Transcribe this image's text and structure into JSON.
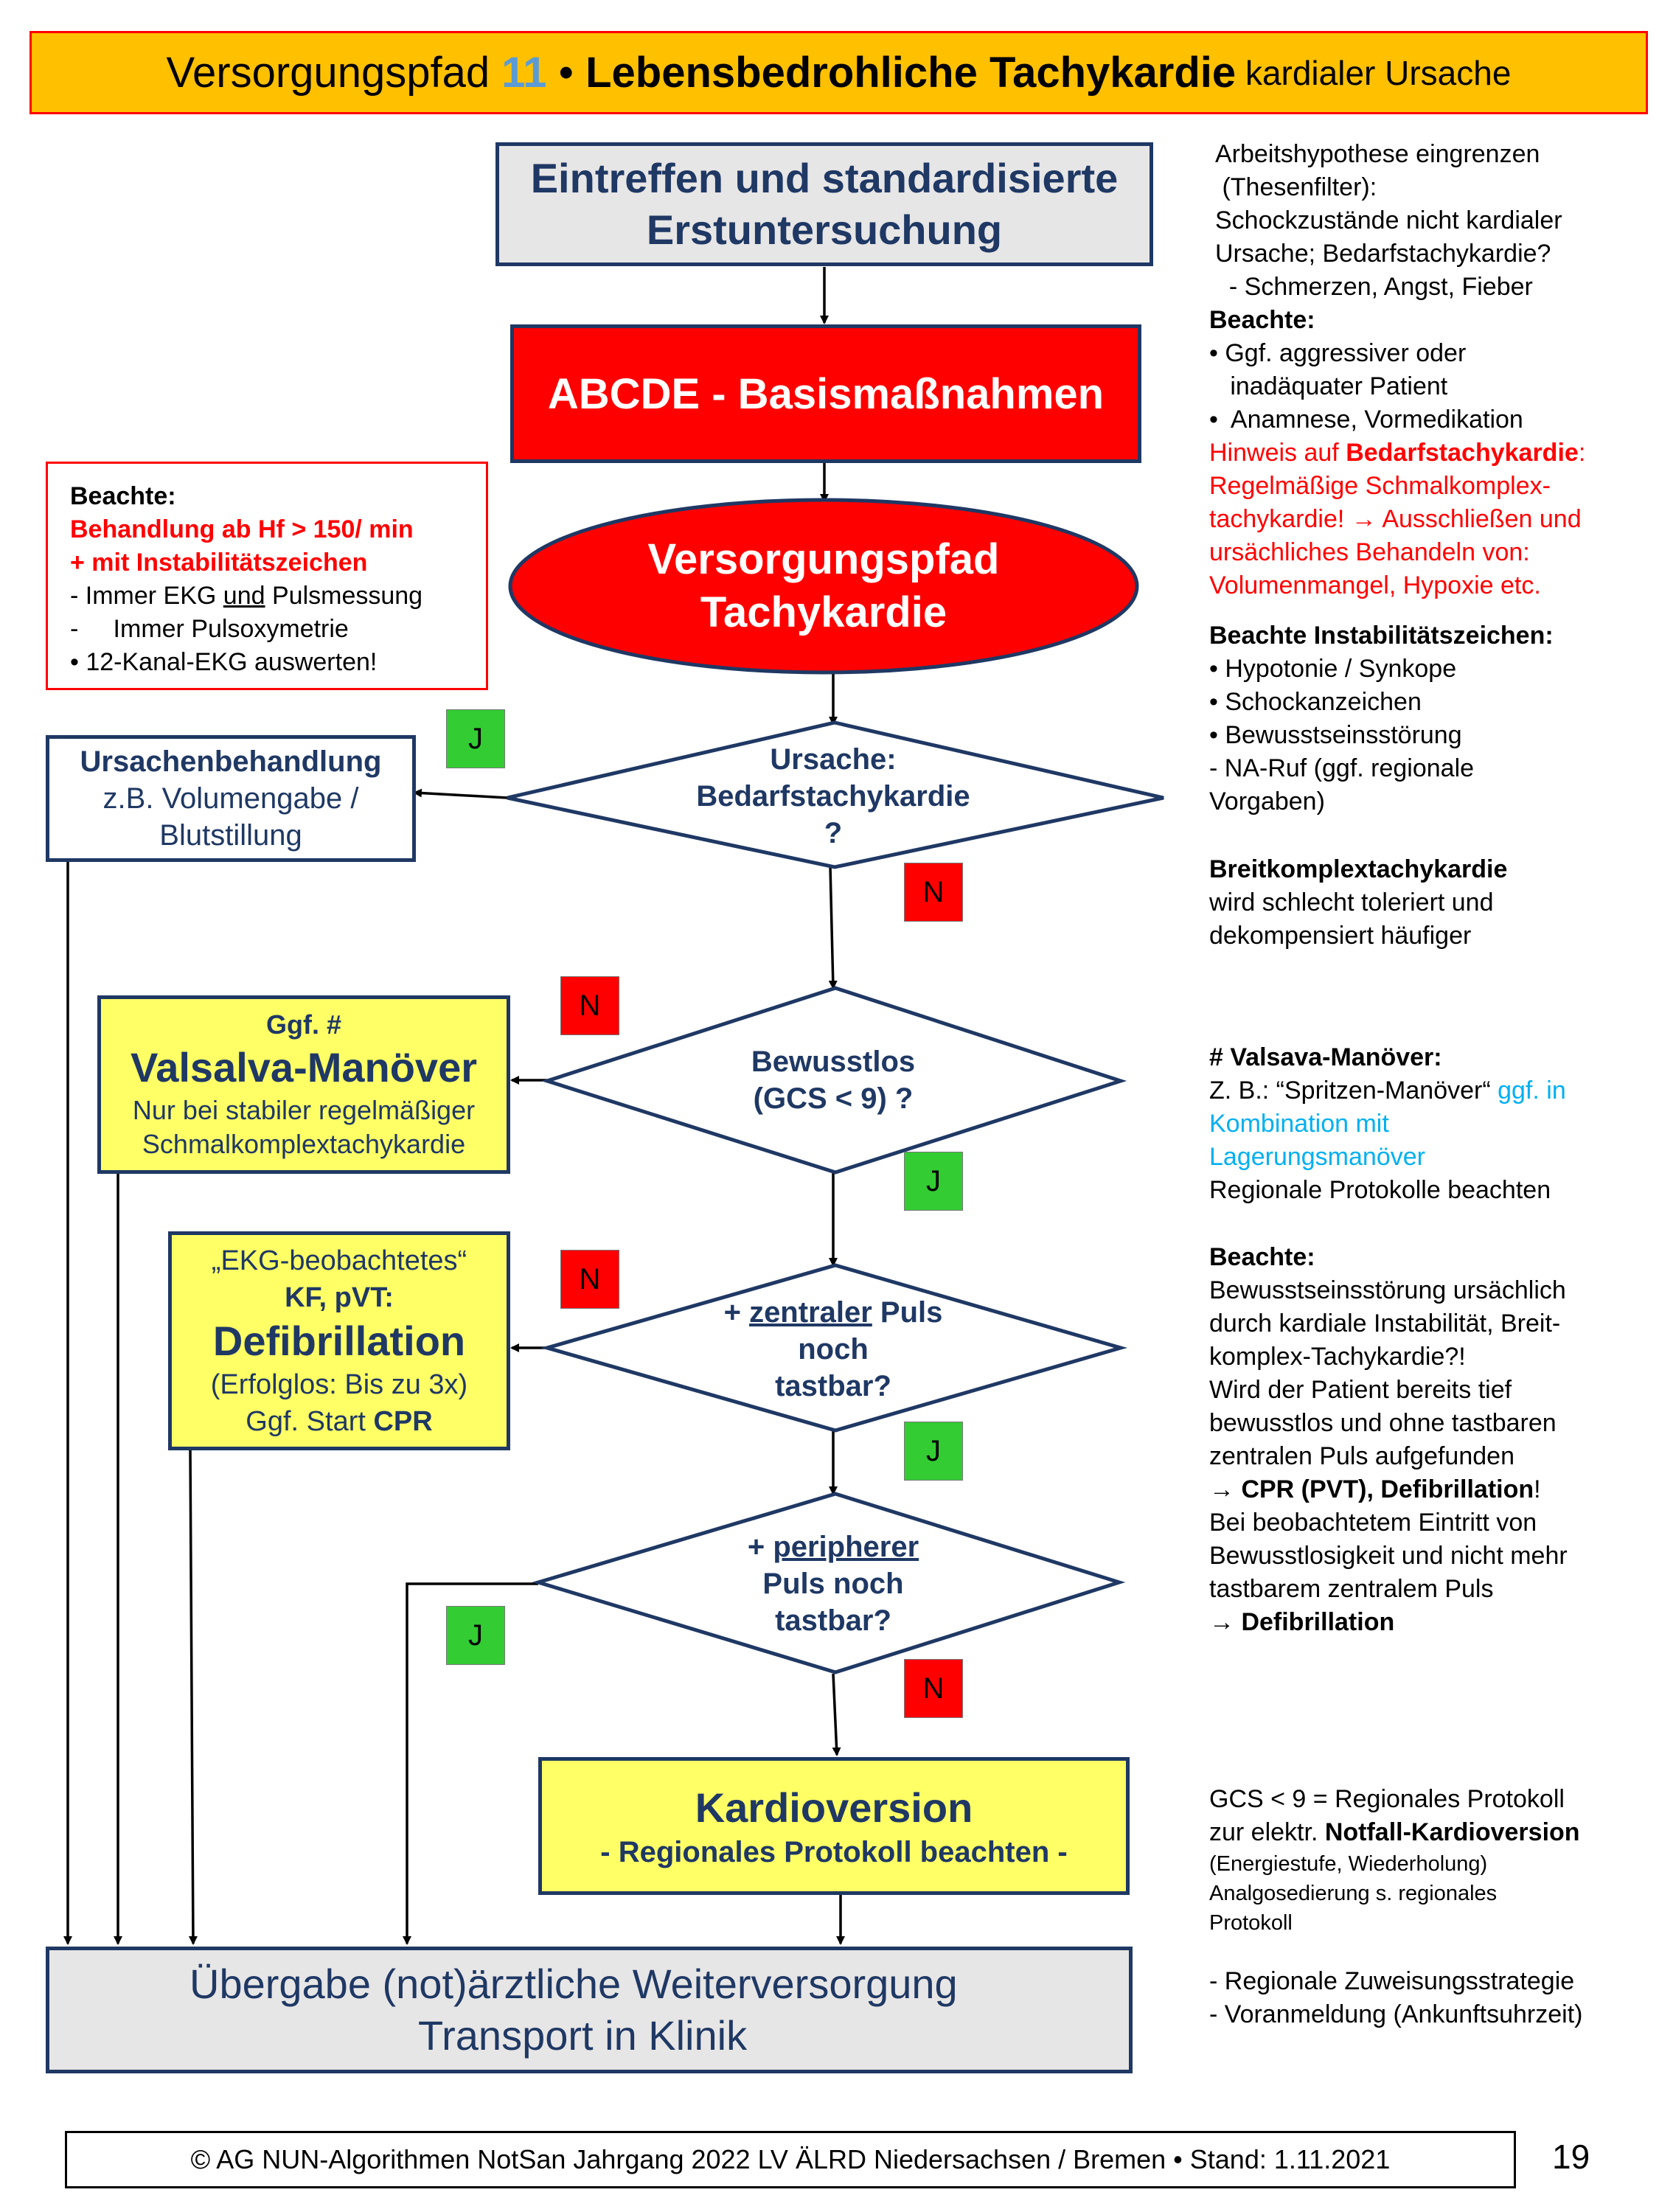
{
  "title": {
    "prefix": "Versorgungspfad ",
    "number": "11",
    "bullet": " • ",
    "main": "Lebensbedrohliche Tachykardie",
    "suffix": " kardialer Ursache"
  },
  "colors": {
    "title_bg": "#ffc000",
    "title_border": "#ff0000",
    "navy": "#1f3864",
    "red_box": "#ff0000",
    "yellow_box": "#ffff66",
    "grey_box": "#e7e6e6",
    "green_badge": "#33cc33",
    "red_badge": "#ff0000",
    "number_blue": "#5b9bd5",
    "link_cyan": "#00b0f0"
  },
  "boxes": {
    "eintreffen": {
      "line1": "Eintreffen und standardisierte",
      "line2": "Erstuntersuchung"
    },
    "abcde": "ABCDE - Basismaßnahmen",
    "pfad": {
      "line1": "Versorgungspfad",
      "line2": "Tachykardie"
    },
    "ursachenbehandlung": {
      "line1": "Ursachenbehandlung",
      "line2": "z.B. Volumengabe /",
      "line3": "Blutstillung"
    },
    "valsalva": {
      "line1": "Ggf. #",
      "line2": "Valsalva-Manöver",
      "line3": "Nur bei stabiler regelmäßiger",
      "line4": "Schmalkomplextachykardie"
    },
    "defi": {
      "line1": "„EKG-beobachtetes“",
      "line2": "KF, pVT:",
      "line3": "Defibrillation",
      "line4": "(Erfolglos: Bis zu 3x)",
      "line5a": "Ggf. Start ",
      "line5b": "CPR"
    },
    "kardioversion": {
      "line1": "Kardioversion",
      "line2": "- Regionales Protokoll beachten -"
    },
    "uebergabe": {
      "line1": "Übergabe (not)ärztliche Weiterversorgung",
      "line2": "Transport in Klinik"
    }
  },
  "decisions": {
    "d1": {
      "line1": "Ursache:",
      "line2": "Bedarfstachykardie",
      "line3": "?"
    },
    "d2": {
      "line1": "Bewusstlos",
      "line2": "(GCS < 9) ?"
    },
    "d3": {
      "line1a": "+ ",
      "line1b": "zentraler",
      "line1c": " Puls",
      "line2": "noch",
      "line3": "tastbar?"
    },
    "d4": {
      "line1a": "+ ",
      "line1b": "peripherer",
      "line2": "Puls noch",
      "line3": "tastbar?"
    }
  },
  "badges": {
    "j": "J",
    "n": "N"
  },
  "note_left": {
    "heading": "Beachte:",
    "red1": "Behandlung ab Hf > 150/ min",
    "red2": "+ mit Instabilitätszeichen",
    "l3a": "- Immer EKG ",
    "l3b": "und",
    "l3c": " Pulsmessung",
    "l4": "-     Immer Pulsoxymetrie",
    "l5": "• 12-Kanal-EKG auswerten!"
  },
  "side": {
    "s1": "Arbeitshypothese eingrenzen",
    "s2": " (Thesenfilter):",
    "s3": "Schockzustände nicht kardialer",
    "s4": "Ursache; Bedarfstachykardie?",
    "s5": "  - Schmerzen, Angst, Fieber",
    "s6": "Beachte:",
    "s7": "• Ggf. aggressiver oder",
    "s8": "   inadäquater Patient",
    "s9": "•  Anamnese, Vormedikation",
    "s10a": "Hinweis auf ",
    "s10b": "Bedarfstachykardie",
    "s10c": ":",
    "s11": "Regelmäßige Schmalkomplex-",
    "s12": "tachykardie! → Ausschließen und",
    "s13": "ursächliches Behandeln von:",
    "s14": "Volumenmangel, Hypoxie etc.",
    "s15": "Beachte Instabilitätszeichen:",
    "s16": "• Hypotonie / Synkope",
    "s17": "• Schockanzeichen",
    "s18": "• Bewusstseinsstörung",
    "s19": "- NA-Ruf (ggf. regionale",
    "s20": "Vorgaben)",
    "s21": "Breitkomplextachykardie",
    "s22": "wird schlecht toleriert und",
    "s23": "dekompensiert häufiger",
    "s24": "# Valsava-Manöver:",
    "s25a": "Z. B.: “Spritzen-Manöver“ ",
    "s25b": "ggf. in",
    "s26": "Kombination mit",
    "s27": "Lagerungsmanöver",
    "s28": "Regionale Protokolle beachten",
    "s29": "Beachte:",
    "s30": "Bewusstseinsstörung ursächlich",
    "s31": "durch kardiale Instabilität, Breit-",
    "s32": "komplex-Tachykardie?!",
    "s33": "Wird der Patient bereits tief",
    "s34": "bewusstlos und ohne tastbaren",
    "s35": "zentralen Puls aufgefunden",
    "s36a": "→ ",
    "s36b": "CPR (PVT), Defibrillation",
    "s36c": "!",
    "s37": "Bei beobachtetem Eintritt von",
    "s38": "Bewusstlosigkeit und nicht mehr",
    "s39": "tastbarem zentralem Puls",
    "s40a": "→ ",
    "s40b": "Defibrillation",
    "s41": "GCS < 9 = Regionales Protokoll",
    "s42a": "zur elektr. ",
    "s42b": "Notfall-Kardioversion",
    "s43": "(Energiestufe, Wiederholung)",
    "s44": "Analgosedierung s. regionales",
    "s45": "Protokoll",
    "s46": "- Regionale Zuweisungsstrategie",
    "s47": "- Voranmeldung (Ankunftsuhrzeit)"
  },
  "footer": {
    "text": "© AG NUN-Algorithmen NotSan Jahrgang 2022 LV ÄLRD Niedersachsen / Bremen • Stand: 1.11.2021",
    "page": "19"
  }
}
